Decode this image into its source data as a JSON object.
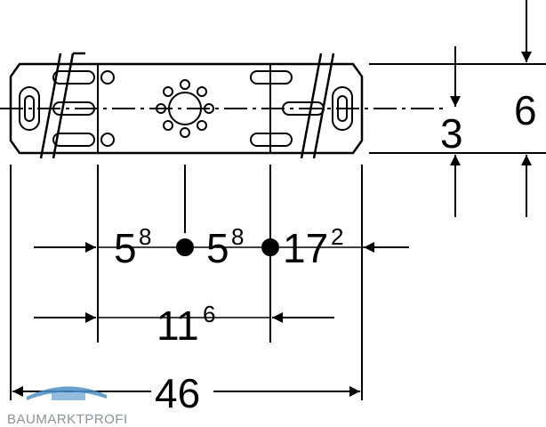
{
  "dimensions": {
    "d1": {
      "base": "5",
      "sup": "8"
    },
    "d2": {
      "base": "5",
      "sup": "8"
    },
    "d3": {
      "base": "17",
      "sup": "2"
    },
    "d4": {
      "base": "11",
      "sup": "6"
    },
    "d5": {
      "base": "46"
    },
    "d6": {
      "base": "3"
    },
    "d7": {
      "base": "6"
    }
  },
  "watermark": {
    "text": "BAUMARKTPROFI",
    "colors": {
      "roof": "#4a8fc8",
      "text": "#8a9299"
    }
  }
}
